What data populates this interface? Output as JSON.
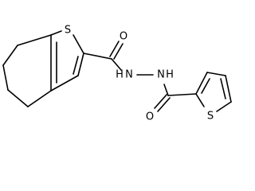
{
  "molecule": {
    "atoms": {
      "S1": "S",
      "O1": "O",
      "N1": "N",
      "H1": "H",
      "N2": "N",
      "H2": "H",
      "O2": "O",
      "S2": "S"
    }
  }
}
